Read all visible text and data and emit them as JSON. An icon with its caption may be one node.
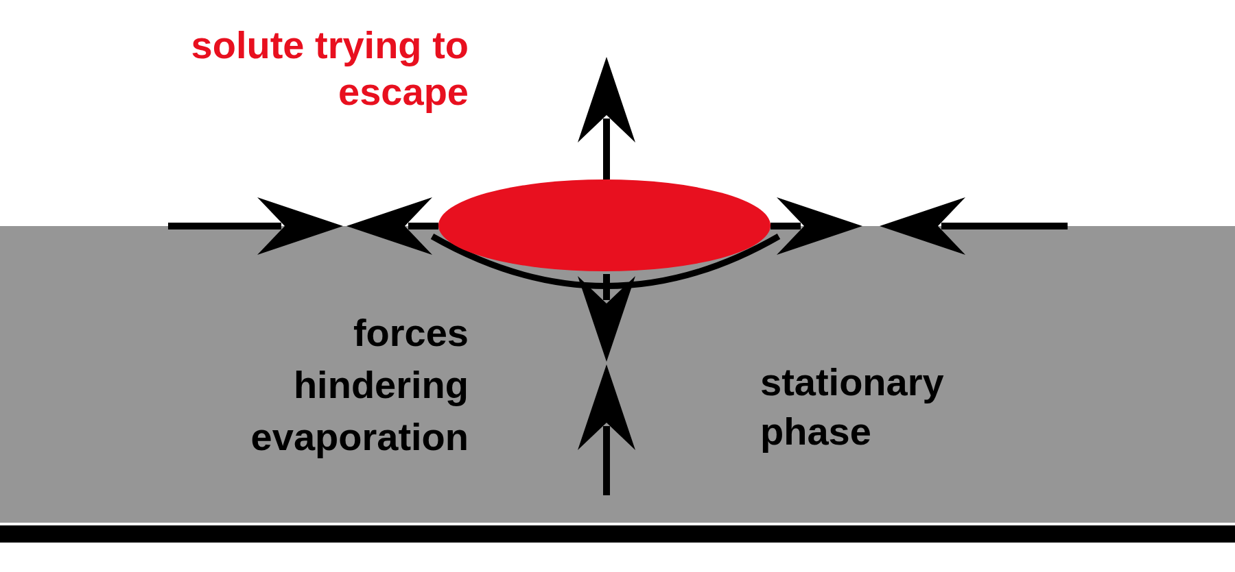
{
  "diagram": {
    "nodes": [
      {
        "text": [
          "stationary phase"
        ]
      },
      {
        "text": [],
        "shape": "ellipse"
      },
      {
        "text": [],
        "shape": "bar"
      }
    ],
    "labels": [
      "solute trying to escape",
      "forces hindering evaporation"
    ]
  }
}
